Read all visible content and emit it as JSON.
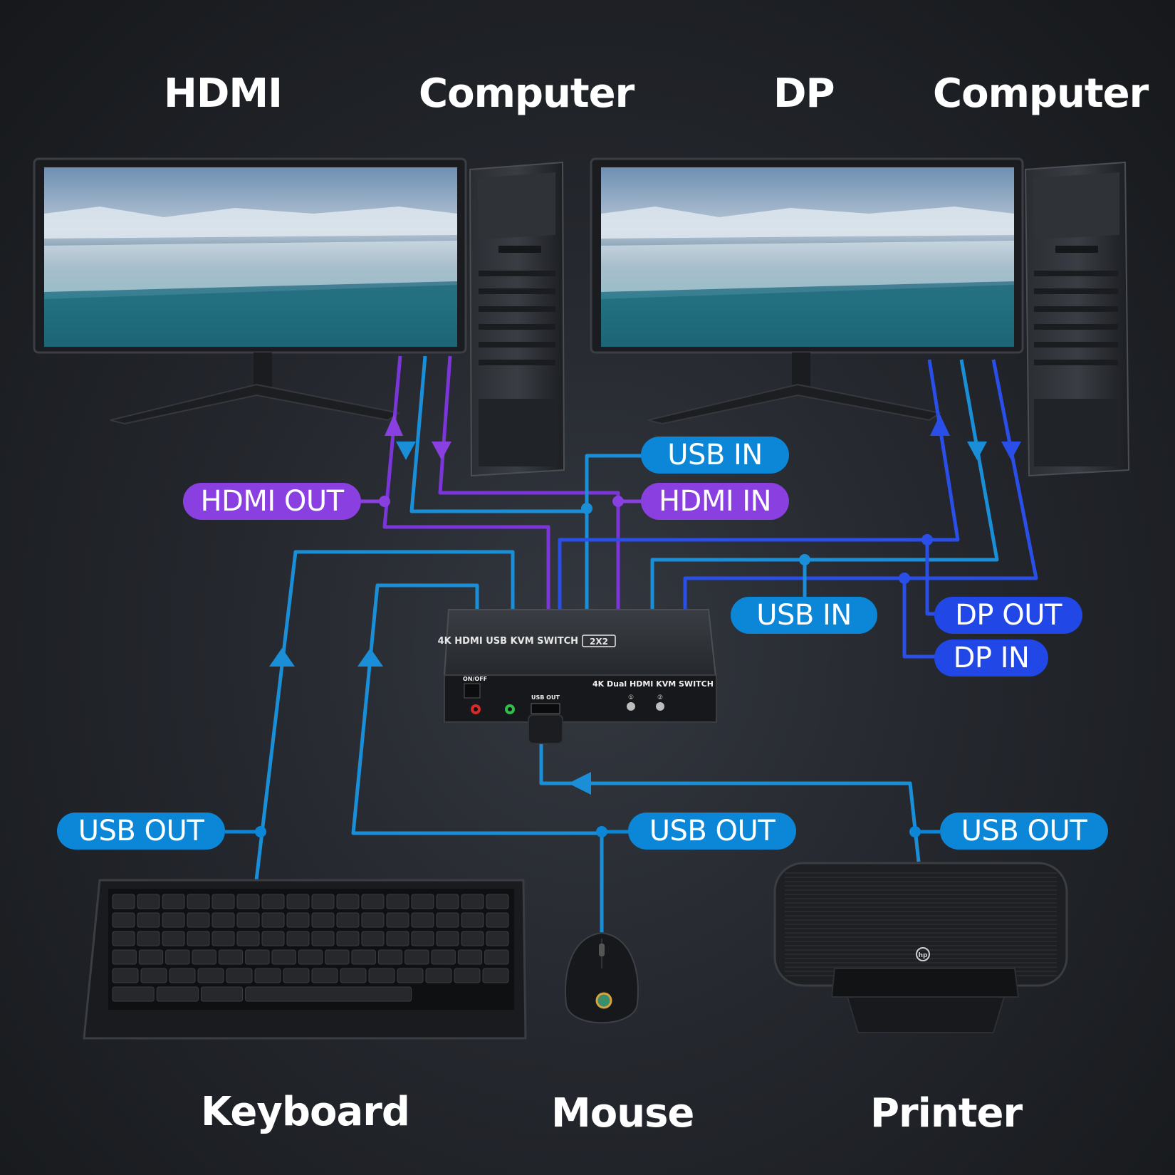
{
  "headings": {
    "hdmi": "HDMI",
    "computer_left": "Computer",
    "dp": "DP",
    "computer_right": "Computer",
    "keyboard": "Keyboard",
    "mouse": "Mouse",
    "printer": "Printer"
  },
  "ports": {
    "usb_in_left": "USB IN",
    "hdmi_out": "HDMI OUT",
    "hdmi_in": "HDMI IN",
    "usb_in_right": "USB IN",
    "dp_out": "DP OUT",
    "dp_in": "DP IN",
    "usb_out_keyboard": "USB OUT",
    "usb_out_mouse": "USB OUT",
    "usb_out_printer": "USB OUT"
  },
  "switch_box": {
    "top_label": "4K HDMI USB KVM SWITCH",
    "badge": "2X2",
    "front_label": "4K Dual HDMI KVM SWITCH",
    "power_label": "ON/OFF",
    "usb_out_label": "USB OUT",
    "button_1": "①",
    "button_2": "②"
  },
  "printer_logo": "hp",
  "colors": {
    "usb": "#0c86d6",
    "hdmi": "#8a3fe0",
    "dp": "#2148e6",
    "usb_line": "#1a8fd8",
    "hdmi_line": "#7a36d8",
    "dp_line": "#2a4fe8"
  }
}
